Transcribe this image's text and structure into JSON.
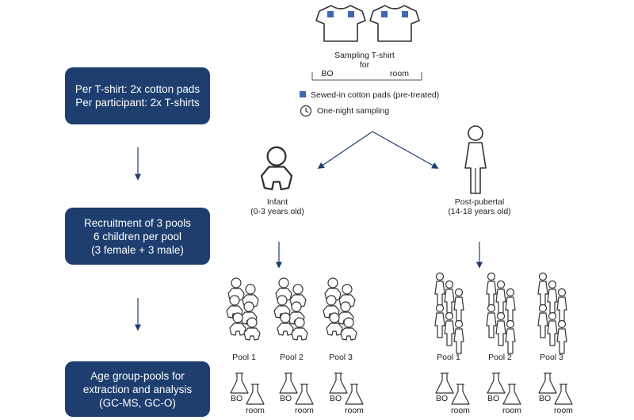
{
  "steps": [
    {
      "lines": [
        "Per T-shirt: 2x cotton pads",
        "Per participant: 2x T-shirts"
      ]
    },
    {
      "lines": [
        "Recruitment of 3 pools",
        "6 children per pool",
        "(3 female + 3 male)"
      ]
    },
    {
      "lines": [
        "Age group-pools for",
        "extraction and analysis",
        "(GC-MS, GC-O)"
      ]
    }
  ],
  "sampling": {
    "title_line1": "Sampling T-shirt",
    "title_line2": "for",
    "options": [
      "BO",
      "room"
    ],
    "legend_pads": "Sewed-in cotton pads (pre-treated)",
    "legend_night": "One-night sampling",
    "pad_color": "#3f67b4"
  },
  "groups": [
    {
      "name": "Infant",
      "age": "(0-3 years old)",
      "icon": "infant-icon"
    },
    {
      "name": "Post-pubertal",
      "age": "(14-18 years old)",
      "icon": "adolescent-icon"
    }
  ],
  "pools": [
    "Pool 1",
    "Pool 2",
    "Pool 3"
  ],
  "sample_labels": [
    "BO",
    "room"
  ],
  "colors": {
    "box": "#1d3e6e",
    "arrow": "#1d3e6e",
    "line": "#333333"
  }
}
